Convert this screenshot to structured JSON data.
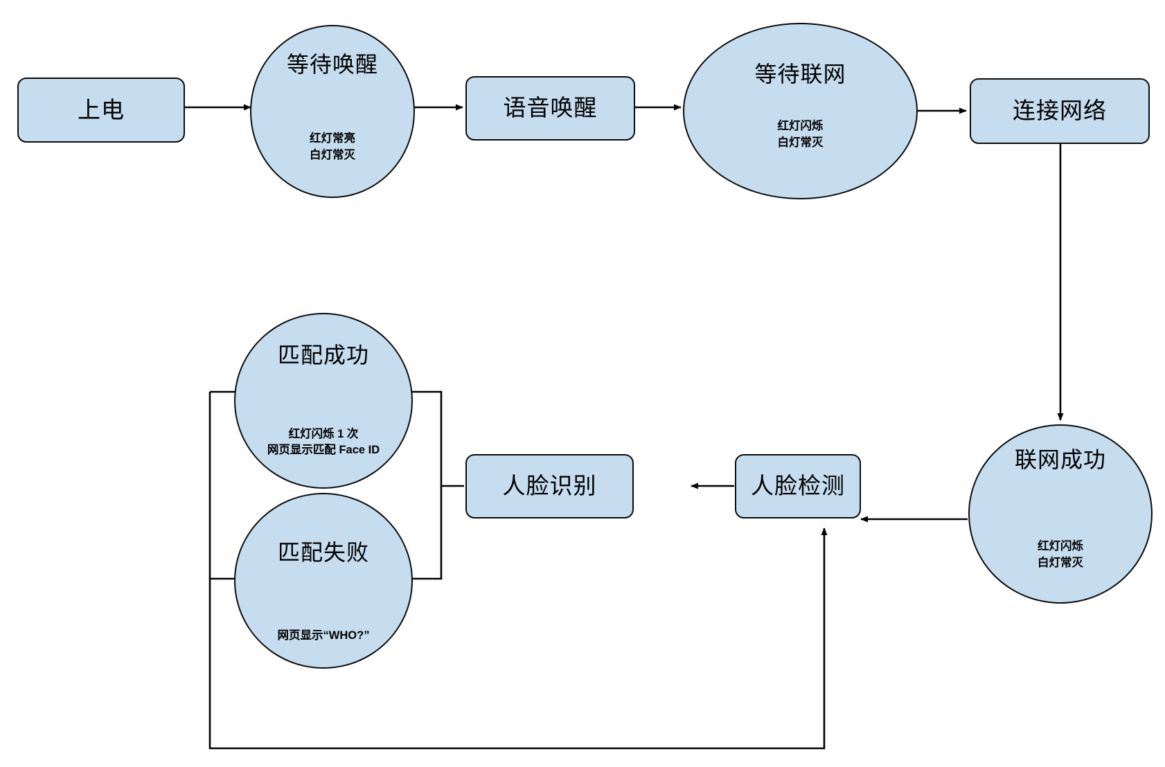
{
  "diagram": {
    "title_visible": false,
    "colors": {
      "node_fill": "#c6dcef",
      "node_stroke": "#0b0b0b",
      "edge_stroke": "#000000",
      "background": "#ffffff"
    },
    "nodes": [
      {
        "id": "power-on",
        "shape": "box",
        "title": "上电",
        "sub": ""
      },
      {
        "id": "wait-wake",
        "shape": "circle",
        "title": "等待唤醒",
        "sub": "红灯常亮\n白灯常灭"
      },
      {
        "id": "voice-wake",
        "shape": "box",
        "title": "语音唤醒",
        "sub": ""
      },
      {
        "id": "wait-net",
        "shape": "circle",
        "title": "等待联网",
        "sub": "红灯闪烁\n白灯常灭"
      },
      {
        "id": "connect-net",
        "shape": "box",
        "title": "连接网络",
        "sub": ""
      },
      {
        "id": "net-ok",
        "shape": "circle",
        "title": "联网成功",
        "sub": "红灯闪烁\n白灯常灭"
      },
      {
        "id": "face-detect",
        "shape": "box",
        "title": "人脸检测",
        "sub": ""
      },
      {
        "id": "face-recognize",
        "shape": "box",
        "title": "人脸识别",
        "sub": ""
      },
      {
        "id": "match-ok",
        "shape": "circle",
        "title": "匹配成功",
        "sub": "红灯闪烁 1 次\n网页显示匹配 Face ID"
      },
      {
        "id": "match-fail",
        "shape": "circle",
        "title": "匹配失败",
        "sub": "网页显示“WHO?”"
      }
    ],
    "edges": [
      {
        "id": "e1",
        "from": "power-on",
        "to": "wait-wake",
        "label": "",
        "arrow": true
      },
      {
        "id": "e2",
        "from": "wait-wake",
        "to": "voice-wake",
        "label": "",
        "arrow": true
      },
      {
        "id": "e3",
        "from": "voice-wake",
        "to": "wait-net",
        "label": "",
        "arrow": true
      },
      {
        "id": "e4",
        "from": "wait-net",
        "to": "connect-net",
        "label": "",
        "arrow": true
      },
      {
        "id": "e5",
        "from": "connect-net",
        "to": "net-ok",
        "label": "",
        "arrow": true
      },
      {
        "id": "e6",
        "from": "net-ok",
        "to": "face-detect",
        "label": "",
        "arrow": true
      },
      {
        "id": "e7",
        "from": "face-detect",
        "to": "face-recognize",
        "label": "",
        "arrow": true
      },
      {
        "id": "e8",
        "from": "face-recognize",
        "to": "match-ok",
        "label": "",
        "arrow": false
      },
      {
        "id": "e9",
        "from": "face-recognize",
        "to": "match-fail",
        "label": "",
        "arrow": false
      },
      {
        "id": "e10",
        "from": "match-fail",
        "to": "face-detect",
        "label": "",
        "arrow": true
      }
    ]
  }
}
